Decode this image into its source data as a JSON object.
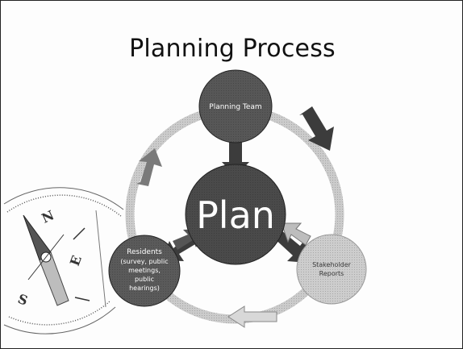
{
  "slide": {
    "title": "Planning Process"
  },
  "diagram": {
    "center": {
      "label": "Plan"
    },
    "nodes": [
      {
        "id": "planning-team",
        "lines": [
          "Planning Team"
        ]
      },
      {
        "id": "residents",
        "lines": [
          "Residents",
          "(survey, public",
          "meetings,",
          "public",
          "hearings)"
        ]
      },
      {
        "id": "stakeholders",
        "lines": [
          "Stakeholder",
          "Reports"
        ]
      }
    ]
  },
  "colors": {
    "node_dark": "#5a5a5a",
    "node_light": "#c8c8c8",
    "ring": "#c9c9c9",
    "arrow_dark": "#3c3c3c"
  },
  "icons": {
    "compass": "compass-icon"
  }
}
